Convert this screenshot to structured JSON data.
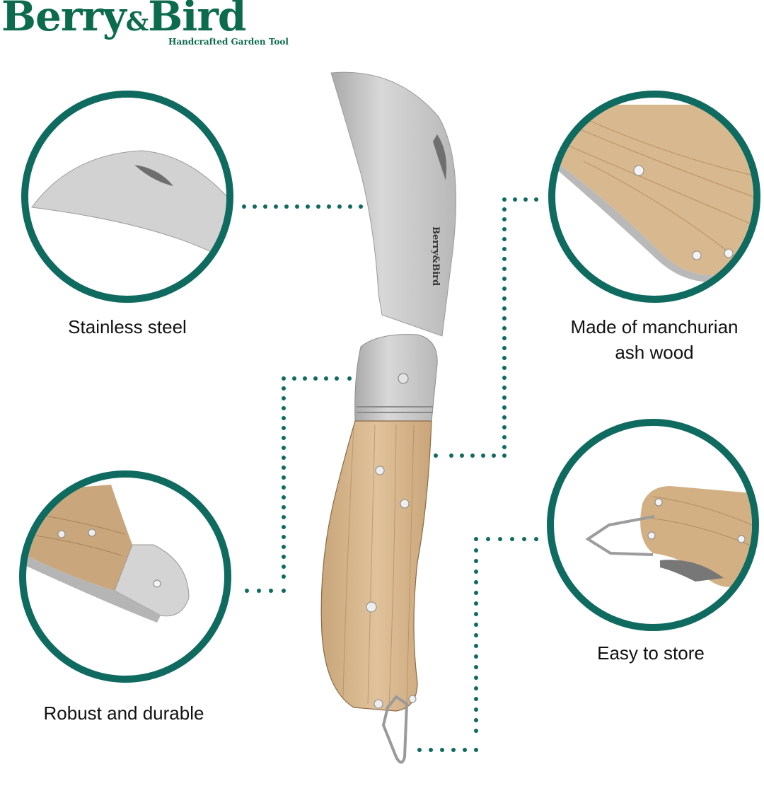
{
  "brand": {
    "name_part1": "Berry",
    "ampersand": "&",
    "name_part2": "Bird",
    "tagline": "Handcrafted Garden Tool",
    "color": "#0c6b4c"
  },
  "product": {
    "engraving": "Berry&Bird",
    "type": "folding pruning knife"
  },
  "features": [
    {
      "label": "Stainless steel",
      "detail": "blade"
    },
    {
      "label": "Made of manchurian ash wood",
      "line1": "Made of manchurian",
      "line2": "ash wood",
      "detail": "handle"
    },
    {
      "label": "Robust and durable",
      "detail": "bolster"
    },
    {
      "label": "Easy to store",
      "detail": "ring"
    }
  ],
  "colors": {
    "circle_border": "#0f6a60",
    "dots": "#0f6a60",
    "wood": "#d9b98f",
    "steel": "#c9c9c9"
  }
}
